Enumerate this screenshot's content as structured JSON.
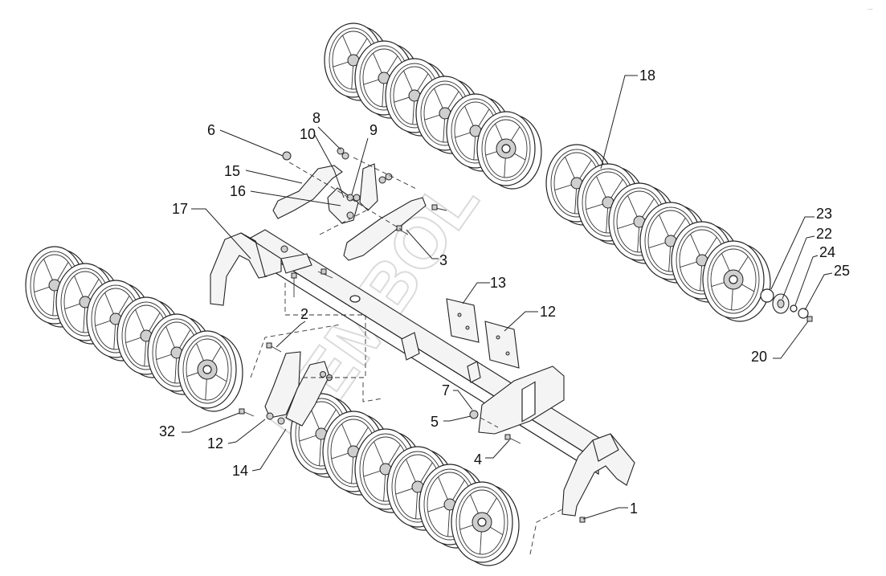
{
  "diagram": {
    "watermark": "DEMBOL",
    "corner_mark": "..."
  },
  "callouts": [
    {
      "id": "c18",
      "text": "18"
    },
    {
      "id": "c8",
      "text": "8"
    },
    {
      "id": "c9",
      "text": "9"
    },
    {
      "id": "c10",
      "text": "10"
    },
    {
      "id": "c6",
      "text": "6"
    },
    {
      "id": "c15",
      "text": "15"
    },
    {
      "id": "c16",
      "text": "16"
    },
    {
      "id": "c17",
      "text": "17"
    },
    {
      "id": "c3",
      "text": "3"
    },
    {
      "id": "c13",
      "text": "13"
    },
    {
      "id": "c2",
      "text": "2"
    },
    {
      "id": "c12a",
      "text": "12"
    },
    {
      "id": "c23",
      "text": "23"
    },
    {
      "id": "c22",
      "text": "22"
    },
    {
      "id": "c24",
      "text": "24"
    },
    {
      "id": "c25",
      "text": "25"
    },
    {
      "id": "c20",
      "text": "20"
    },
    {
      "id": "c7",
      "text": "7"
    },
    {
      "id": "c5",
      "text": "5"
    },
    {
      "id": "c32",
      "text": "32"
    },
    {
      "id": "c12b",
      "text": "12"
    },
    {
      "id": "c4",
      "text": "4"
    },
    {
      "id": "c14",
      "text": "14"
    },
    {
      "id": "c1",
      "text": "1"
    }
  ]
}
